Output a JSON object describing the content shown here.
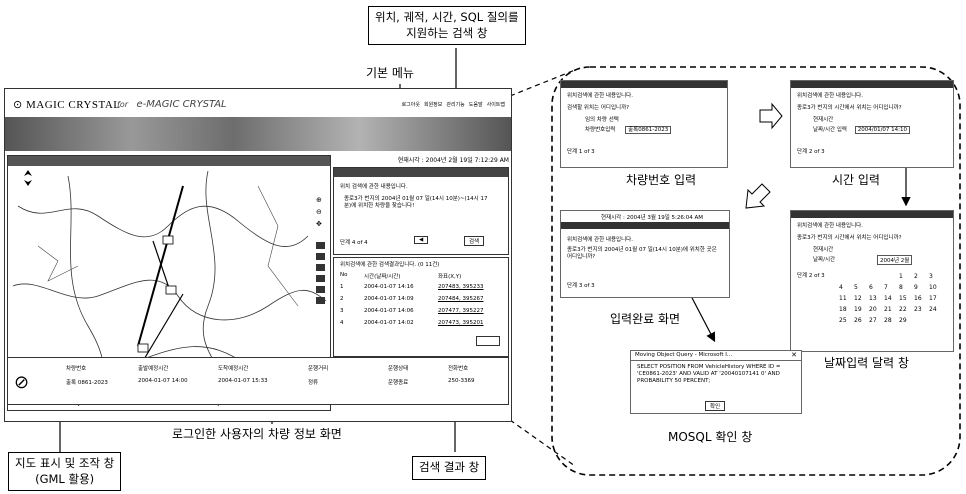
{
  "callouts": {
    "search_window": [
      "위치, 궤적, 시간, SQL 질의를",
      "지원하는 검색 창"
    ],
    "basic_menu": "기본 메뉴",
    "user_vehicle": "로그인한 사용자의 차량 정보 화면",
    "map_window": [
      "지도 표시 및 조작 창",
      "(GML 활용)"
    ],
    "result_window": "검색 결과 창"
  },
  "app": {
    "logo": "MAGIC CRYSTAL",
    "for_text": "for",
    "brand": "e-MAGIC CRYSTAL",
    "menu": [
      "로그아웃",
      "회원정보",
      "관리기능",
      "도움말",
      "사이트맵"
    ],
    "time": "현재시각 : 2004년 2월 19일 7:12:29 AM",
    "search_q": "위치 검색에 관한 내용입니다.",
    "search_text": "종로3가 번지의 2004년 01월 07 일(14시 10분)~(14시 17분)에 위치한 차량을 찾습니다!",
    "step": "단계 4 of 4",
    "result_title": "위치검색에 관한 검색결과입니다. (0 11건)",
    "result_cols": [
      "No",
      "시간(날짜/시간)",
      "좌표(X,Y)"
    ],
    "result_rows": [
      [
        "1",
        "2004-01-07 14:16",
        "207483, 395233"
      ],
      [
        "2",
        "2004-01-07 14:09",
        "207484, 395267"
      ],
      [
        "3",
        "2004-01-07 14:06",
        "207477, 395227"
      ],
      [
        "4",
        "2004-01-07 14:02",
        "207473, 395201"
      ]
    ],
    "info_labels": [
      "차량번호",
      "출발예정시간",
      "도착예정시간",
      "운행거리",
      "운행상태",
      "전화번호"
    ],
    "info_values": [
      "출록 0861-2023",
      "2004-01-07 14:00",
      "2004-01-07 15:33",
      "정류",
      "운행종료",
      "250-3369"
    ]
  },
  "screens": {
    "car_input": {
      "caption": "차량번호 입력",
      "q1": "위치검색에 관한 내용입니다.",
      "q2": "검색할 위치는 어디입니까?",
      "opt1": "임의 차량 선택",
      "opt2": "차량번호입력",
      "plate": "출록0861-2023",
      "step": "단계 1 of 3"
    },
    "time_input": {
      "caption": "시간 입력",
      "q1": "위치검색에 관한 내용입니다.",
      "q2": "종로3가 번지의 시간에서 위치는 어디입니까?",
      "opt1": "현재시간",
      "opt2": "날짜/시간 입력",
      "date": "2004/01/07 14:10",
      "step": "단계 2 of 3"
    },
    "done": {
      "caption": "입력완료 화면",
      "time": "현재시각 : 2004년 3월 19일 5:26:04 AM",
      "q1": "위치검색에 관한 내용입니다.",
      "q2": "종로3가 번지의 2004년 01월 07 일(14시 10분)에 위치한 곳은 어디입니까?",
      "step": "단계 3 of 3"
    },
    "calendar": {
      "caption": "날짜입력 달력 창",
      "q1": "위치검색에 관한 내용입니다.",
      "q2": "종로3가 번지의 시간에서 위치는 어디입니까?",
      "opt1": "현재시간",
      "opt2": "날짜/시간",
      "month": "2004년 2월",
      "step": "단계 2 of 3",
      "days": [
        "1",
        "2",
        "3",
        "4",
        "5",
        "6",
        "7",
        "8",
        "9",
        "10",
        "11",
        "12",
        "13",
        "14",
        "15",
        "16",
        "17",
        "18",
        "19",
        "20",
        "21",
        "22",
        "23",
        "24",
        "25",
        "26",
        "27",
        "28",
        "29"
      ]
    },
    "mosql": {
      "caption": "MOSQL 확인 창",
      "title": "Moving Object Query - Microsoft I...",
      "query": "SELECT POSITION FROM VehicleHistory WHERE ID = 'CE0861-2023' AND VALID AT '20040107141 0' AND PROBABILITY 50 PERCENT;",
      "ok": "확인"
    }
  }
}
